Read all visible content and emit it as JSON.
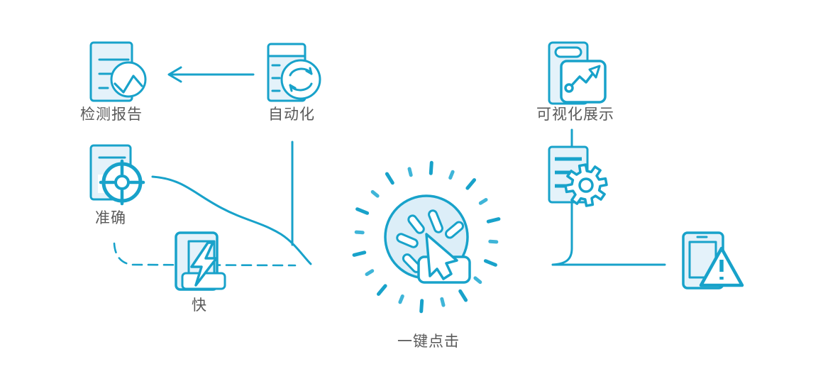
{
  "colors": {
    "accent": "#18a2ca",
    "accent_light": "#3fb5d8",
    "fill_light": "#e4f2fa",
    "circle_fill": "#dceef8",
    "surface": "#ffffff",
    "label_text": "#595959"
  },
  "nodes": {
    "report": {
      "label": "检测报告",
      "icon": "document-chart-icon"
    },
    "automation": {
      "label": "自动化",
      "icon": "document-sync-icon"
    },
    "accurate": {
      "label": "准确",
      "icon": "document-target-icon"
    },
    "fast": {
      "label": "快",
      "icon": "phone-lightning-icon"
    },
    "one_click": {
      "label": "一键点击",
      "icon": "cursor-click-icon"
    },
    "visualization": {
      "label": "可视化展示",
      "icon": "document-trend-icon"
    },
    "processing": {
      "icon": "document-gear-icon"
    },
    "alert_device": {
      "icon": "tablet-warning-icon"
    }
  },
  "connections": [
    {
      "from": "automation",
      "to": "report",
      "style": "solid-arrow"
    },
    {
      "from": "automation",
      "to": "one_click",
      "style": "solid-vertical"
    },
    {
      "from": "accurate",
      "to": "one_click",
      "style": "solid-curve"
    },
    {
      "from": "accurate",
      "to": "one_click",
      "style": "dashed",
      "via": "fast"
    },
    {
      "from": "visualization",
      "to": "processing",
      "style": "solid"
    },
    {
      "from": "processing",
      "to": "alert_device",
      "style": "solid-elbow"
    }
  ]
}
